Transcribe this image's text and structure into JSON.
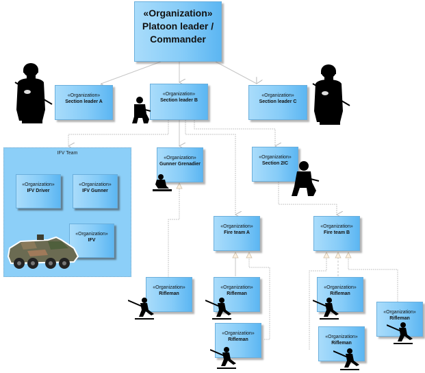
{
  "diagram": {
    "stereotype": "«Organization»",
    "nodes": {
      "commander": {
        "name": "Platoon leader / Commander"
      },
      "section_a": {
        "name": "Section leader A"
      },
      "section_b": {
        "name": "Section leader B"
      },
      "section_c": {
        "name": "Section leader C"
      },
      "gunner_grenadier": {
        "name": "Gunner Grenadier"
      },
      "section_2ic": {
        "name": "Section 2IC"
      },
      "fire_team_a": {
        "name": "Fire team A"
      },
      "fire_team_b": {
        "name": "Fire team B"
      },
      "ifv_driver": {
        "name": "IFV Driver"
      },
      "ifv_gunner": {
        "name": "IFV Gunner"
      },
      "ifv": {
        "name": "IFV"
      },
      "rifleman_1": {
        "name": "Rifleman"
      },
      "rifleman_2": {
        "name": "Rifleman"
      },
      "rifleman_3": {
        "name": "Rifleman"
      },
      "rifleman_4": {
        "name": "Rifleman"
      },
      "rifleman_5": {
        "name": "Rifleman"
      },
      "rifleman_6": {
        "name": "Rifleman"
      }
    },
    "containers": {
      "ifv_team": {
        "title": "IFV Team"
      }
    },
    "icons": {
      "standing_soldier": "standing-soldier-icon",
      "kneeling_soldier": "kneeling-soldier-icon",
      "running_soldier": "running-soldier-icon",
      "armored_vehicle": "armored-vehicle-icon"
    },
    "colors": {
      "node_fill": "#86ccf8",
      "node_border": "#6aaedb",
      "container_fill": "#8ccff8",
      "connector": "#bfbfbf",
      "generalization_head": "#fdf1e0"
    }
  }
}
